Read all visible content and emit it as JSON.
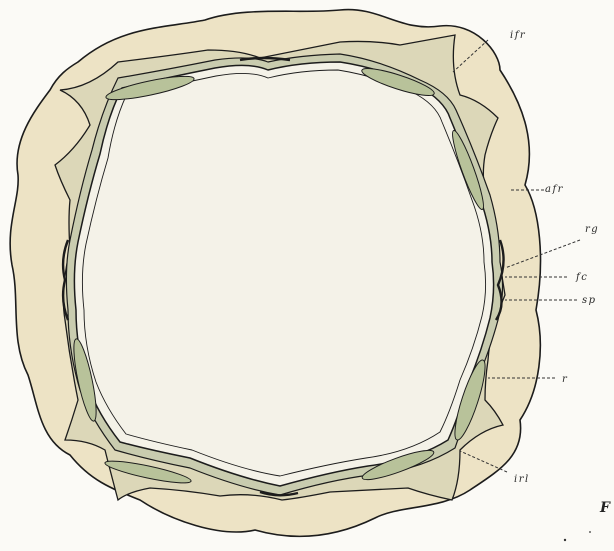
{
  "labels": {
    "ifr": "ifr",
    "afr": "afr",
    "rg": "rg",
    "fc": "fc",
    "sp": "sp",
    "r": "r",
    "irl": "irl"
  },
  "figure_letter": "F",
  "colors": {
    "outer_fill": "#ede3c5",
    "inner_fill": "#f4f2e8",
    "band_fill": "#dcd7b8",
    "wall_fill": "#c9ccaf",
    "lens_fill": "#b8c29a",
    "outline": "#1c1c1c",
    "paper": "#fbfaf6"
  }
}
